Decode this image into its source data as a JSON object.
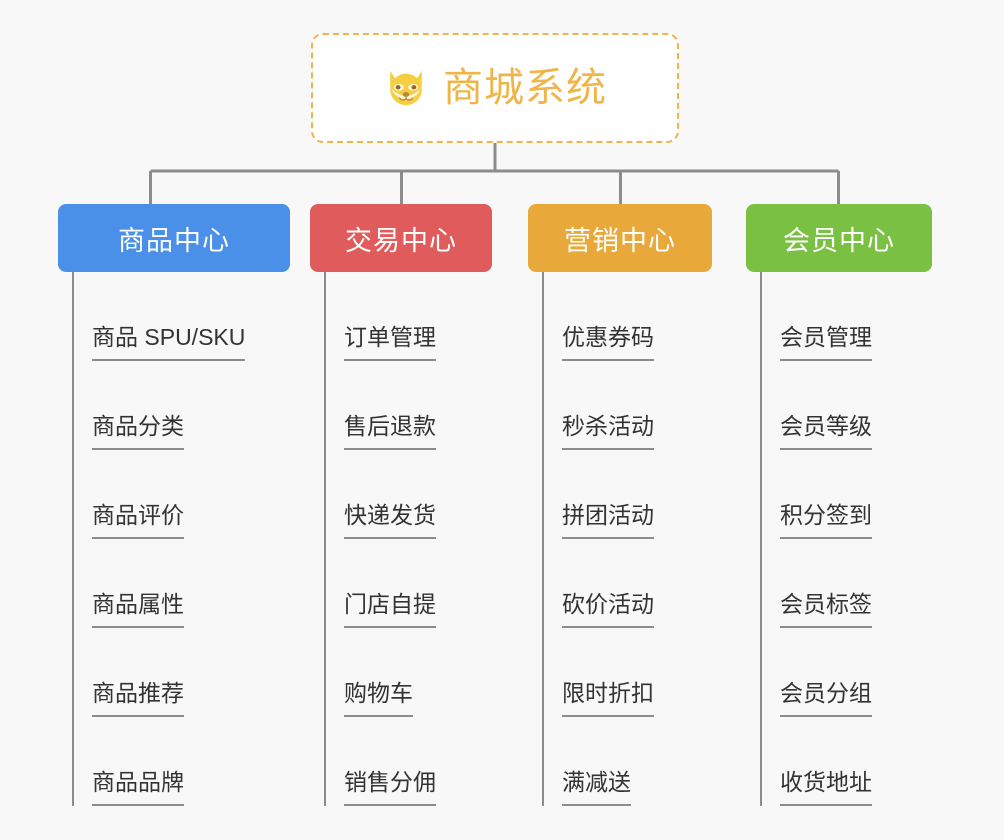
{
  "page": {
    "background_color": "#f8f8f8",
    "type": "mindmap"
  },
  "root": {
    "title": "商城系统",
    "icon": "dog-face-emoji",
    "border_color": "#efb54a",
    "text_color": "#efb54a",
    "background_color": "#ffffff"
  },
  "connector": {
    "color": "#8c8c8c"
  },
  "branches": [
    {
      "title": "商品中心",
      "color": "#4a90e8",
      "items": [
        {
          "label": "商品 SPU/SKU"
        },
        {
          "label": "商品分类"
        },
        {
          "label": "商品评价"
        },
        {
          "label": "商品属性"
        },
        {
          "label": "商品推荐"
        },
        {
          "label": "商品品牌"
        }
      ]
    },
    {
      "title": "交易中心",
      "color": "#e05c5c",
      "items": [
        {
          "label": "订单管理"
        },
        {
          "label": "售后退款"
        },
        {
          "label": "快递发货"
        },
        {
          "label": "门店自提"
        },
        {
          "label": "购物车"
        },
        {
          "label": "销售分佣"
        }
      ]
    },
    {
      "title": "营销中心",
      "color": "#e8a93a",
      "items": [
        {
          "label": "优惠券码"
        },
        {
          "label": "秒杀活动"
        },
        {
          "label": "拼团活动"
        },
        {
          "label": "砍价活动"
        },
        {
          "label": "限时折扣"
        },
        {
          "label": "满减送"
        }
      ]
    },
    {
      "title": "会员中心",
      "color": "#7ac143",
      "items": [
        {
          "label": "会员管理"
        },
        {
          "label": "会员等级"
        },
        {
          "label": "积分签到"
        },
        {
          "label": "会员标签"
        },
        {
          "label": "会员分组"
        },
        {
          "label": "收货地址"
        }
      ]
    }
  ]
}
